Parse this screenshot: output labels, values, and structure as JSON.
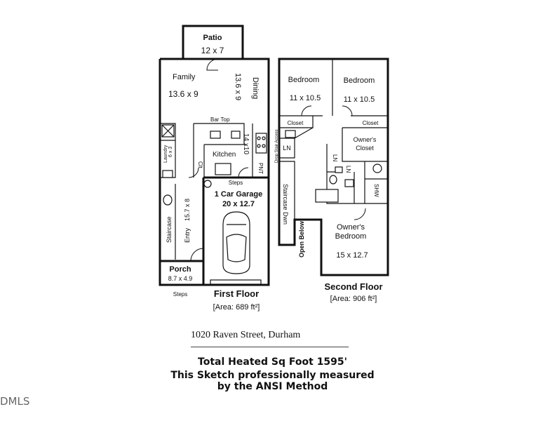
{
  "first_floor": {
    "patio": {
      "name": "Patio",
      "dims": "12 x 7"
    },
    "family": {
      "name": "Family",
      "dims": "13.6 x 9"
    },
    "dining": {
      "name": "Dining",
      "dims": "13.6 x 9"
    },
    "bar_top": "Bar Top",
    "kitchen": {
      "name": "Kitchen",
      "dims": "14 x10"
    },
    "laundry": {
      "name": "Laundry",
      "dims": "6 x 3"
    },
    "clt": "Clt",
    "pnt": "PNT",
    "steps_upper": "Steps",
    "garage": {
      "name": "1 Car Garage",
      "dims": "20 x 12.7"
    },
    "staircase": "Staircase",
    "entry": {
      "name": "Entry",
      "dims": "15.7 x 8"
    },
    "porch": {
      "name": "Porch",
      "dims": "8.7 x 4.9"
    },
    "steps_lower": "Steps",
    "title": "First Floor",
    "area": "[Area: 689 ft²]"
  },
  "second_floor": {
    "bedroom_left": {
      "name": "Bedroom",
      "dims": "11 x 10.5"
    },
    "bedroom_right": {
      "name": "Bedroom",
      "dims": "11 x 10.5"
    },
    "closet_left": "Closet",
    "closet_right": "Closet",
    "ln_left": "LN",
    "drop_stair": "Drop Stair Access",
    "owners_closet": {
      "line1": "Owner's",
      "line2": "Closet"
    },
    "ln_mid": "LN",
    "ln_mid2": "LN",
    "staircase_dwn": "Staircase Dwn",
    "shw": "SHW",
    "open_below": "Open Below",
    "owners_bedroom": {
      "line1": "Owner's",
      "line2": "Bedroom",
      "dims": "15 x 12.7"
    },
    "title": "Second Floor",
    "area": "[Area: 906 ft²]"
  },
  "address": "1020 Raven Street, Durham",
  "summary": {
    "line1": "Total Heated Sq Foot 1595'",
    "line2": "This Sketch professionally measured",
    "line3": "by the ANSI Method"
  },
  "watermark": "DMLS"
}
